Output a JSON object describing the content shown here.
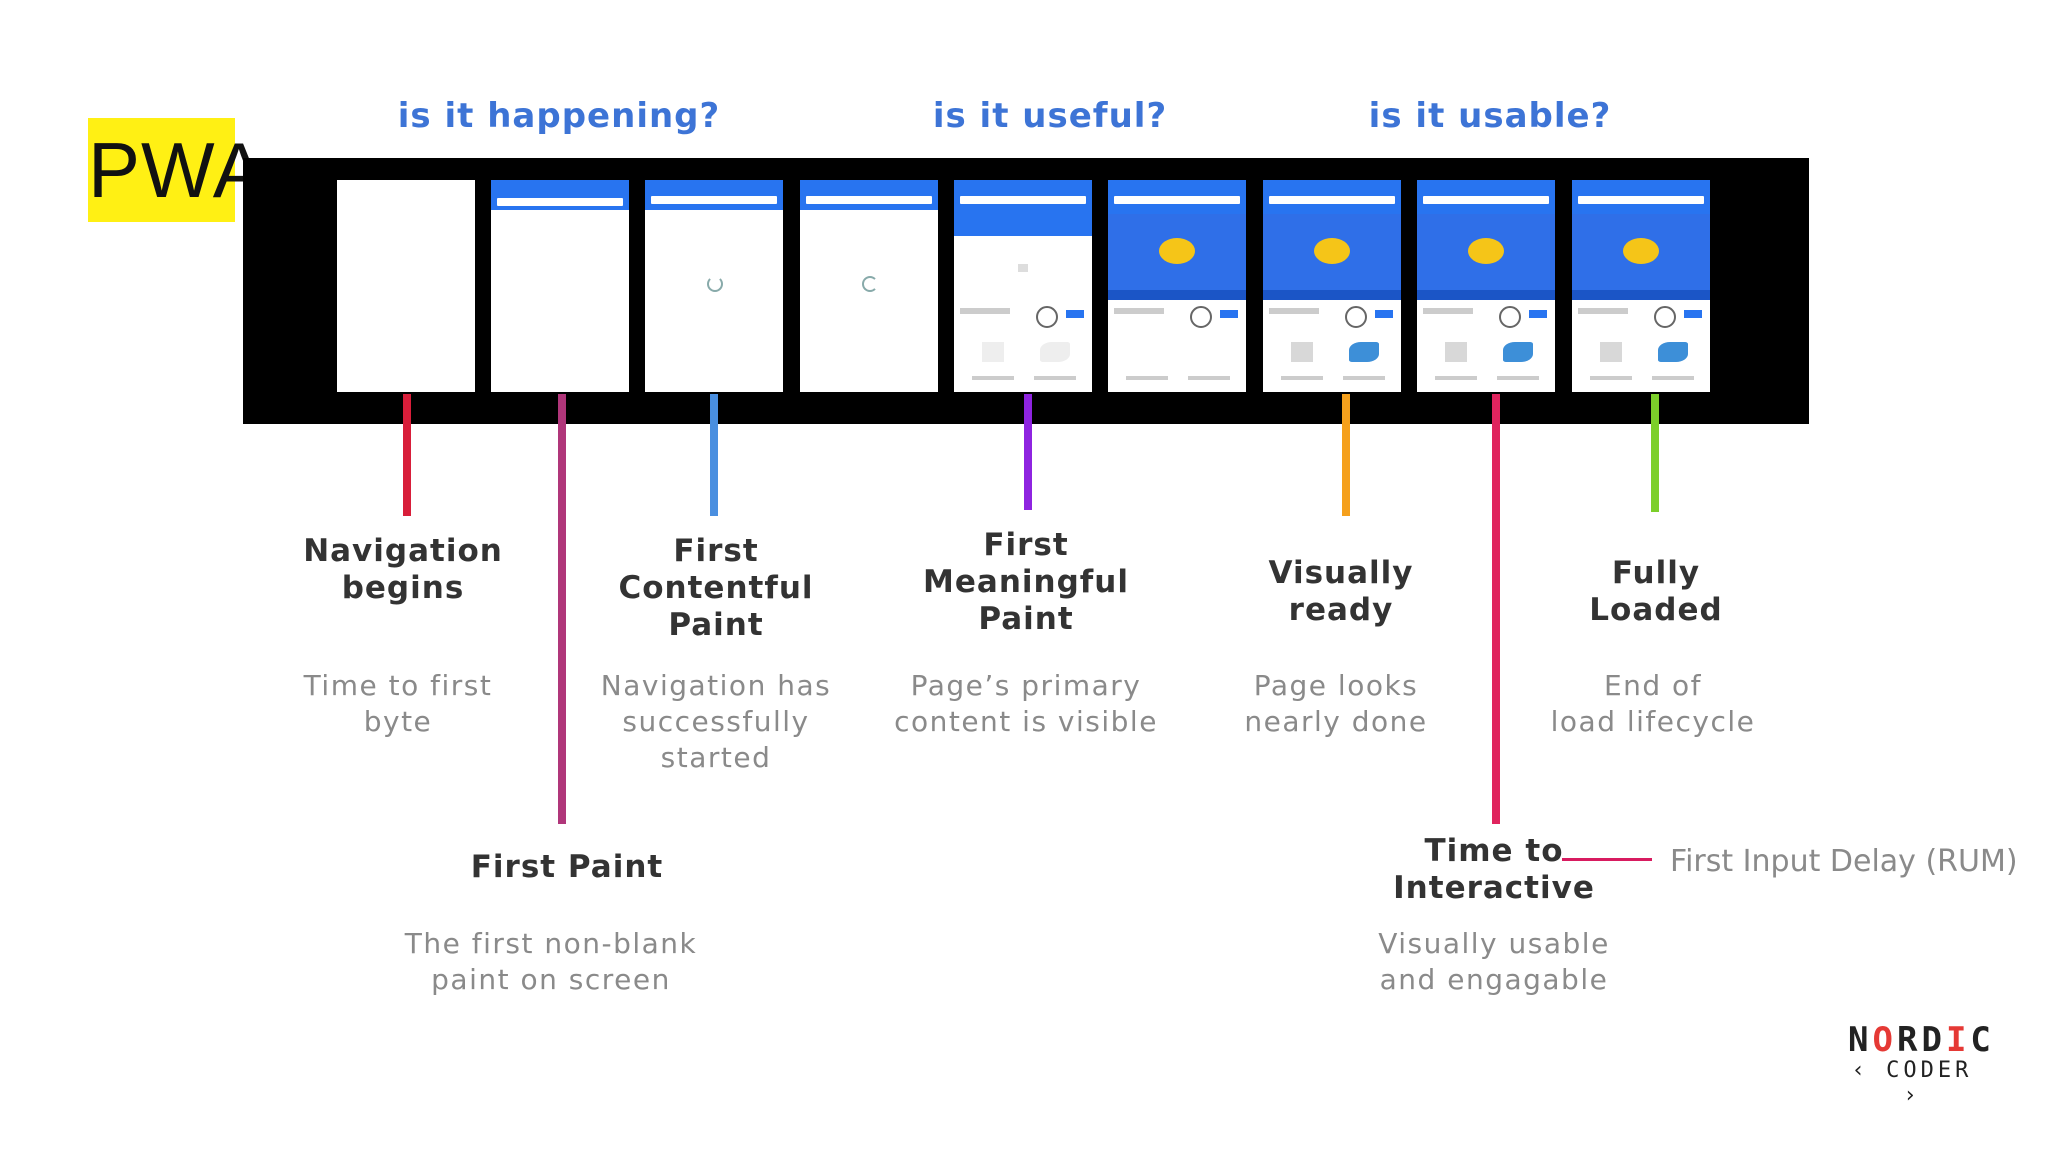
{
  "badge": "PWA",
  "phases": [
    "is it happening?",
    "is it useful?",
    "is it usable?"
  ],
  "milestones": [
    {
      "id": "navigation",
      "title": [
        "Navigation",
        "begins"
      ],
      "desc": [
        "Time to first",
        "byte"
      ],
      "color": "#d81e3a"
    },
    {
      "id": "first-paint",
      "title": [
        "First Paint"
      ],
      "desc": [
        "The first non-blank",
        "paint on screen"
      ],
      "color": "#b0367a"
    },
    {
      "id": "fcp",
      "title": [
        "First",
        "Contentful",
        "Paint"
      ],
      "desc": [
        "Navigation has",
        "successfully",
        "started"
      ],
      "color": "#4a8fe0"
    },
    {
      "id": "fmp",
      "title": [
        "First",
        "Meaningful",
        "Paint"
      ],
      "desc": [
        "Page’s primary",
        "content is visible"
      ],
      "color": "#8e24e0"
    },
    {
      "id": "visually-ready",
      "title": [
        "Visually",
        "ready"
      ],
      "desc": [
        "Page looks",
        "nearly done"
      ],
      "color": "#f5a01c"
    },
    {
      "id": "tti",
      "title": [
        "Time to",
        "Interactive"
      ],
      "desc": [
        "Visually usable",
        "and engagable"
      ],
      "color": "#e0245e"
    },
    {
      "id": "fully-loaded",
      "title": [
        "Fully",
        "Loaded"
      ],
      "desc": [
        "End of",
        "load lifecycle"
      ],
      "color": "#7ccf2a"
    }
  ],
  "fid_label": "First Input Delay (RUM)",
  "logo": {
    "line1": [
      "N",
      "O",
      "R",
      "D",
      "I",
      "C"
    ],
    "line2": "‹ CODER ›"
  }
}
